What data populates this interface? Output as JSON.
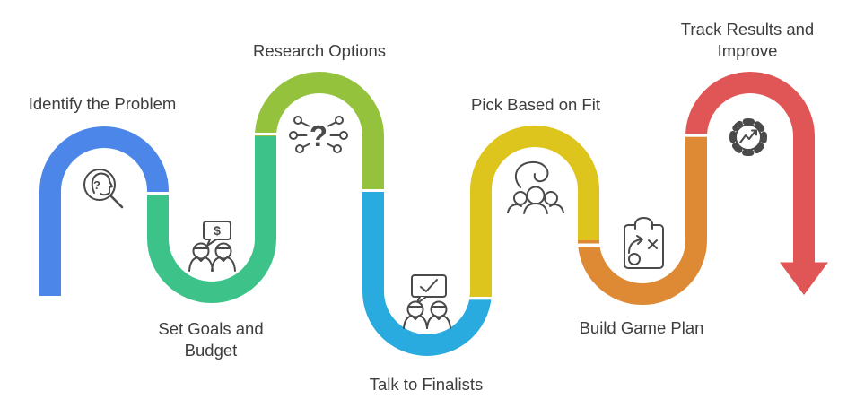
{
  "diagram": {
    "title": "",
    "background": "#ffffff",
    "icon_stroke": "#4a4a4a",
    "label_color": "#3d3d3d",
    "steps": [
      {
        "label": "Identify the Problem",
        "lines": [
          "Identify the Problem"
        ],
        "color": "#4c86e8",
        "icon": "magnifier-head-question-icon"
      },
      {
        "label": "Set Goals and Budget",
        "lines": [
          "Set Goals and",
          "Budget"
        ],
        "color": "#3dc38a",
        "icon": "people-dollar-speech-icon"
      },
      {
        "label": "Research Options",
        "lines": [
          "Research Options"
        ],
        "color": "#94c23d",
        "icon": "question-mindmap-icon"
      },
      {
        "label": "Talk to Finalists",
        "lines": [
          "Talk to Finalists"
        ],
        "color": "#29abdf",
        "icon": "people-check-speech-icon"
      },
      {
        "label": "Pick Based on Fit",
        "lines": [
          "Pick Based on Fit"
        ],
        "color": "#dec51d",
        "icon": "hand-picking-team-icon"
      },
      {
        "label": "Build Game Plan",
        "lines": [
          "Build Game Plan"
        ],
        "color": "#de8a35",
        "icon": "clipboard-strategy-icon"
      },
      {
        "label": "Track Results and Improve",
        "lines": [
          "Track Results and",
          "Improve"
        ],
        "color": "#e05656",
        "icon": "gear-trend-chart-icon"
      }
    ],
    "glyphs": {
      "dollar": "$",
      "question_small": "?",
      "question_large": "?"
    }
  }
}
